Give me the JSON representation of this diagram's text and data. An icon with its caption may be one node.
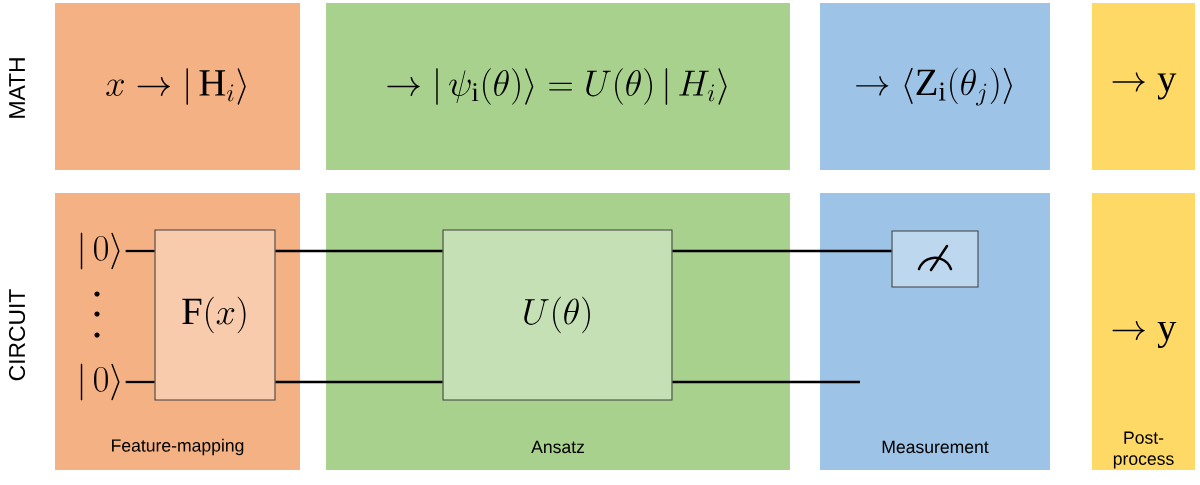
{
  "diagram": {
    "nodes": [
      {
        "text": [
          "x \\rightarrow |\\,\\mathrm{H}_{i}\\rangle"
        ]
      },
      {
        "text": [
          "\\rightarrow |\\,\\psi_{\\mathrm{i}}(\\theta)\\rangle = U(\\theta)\\,|\\,H_{i}\\rangle"
        ]
      },
      {
        "text": [
          "\\rightarrow \\langle \\mathrm{Z}_{\\mathrm{i}}(\\theta_{j})\\rangle"
        ]
      },
      {
        "text": [
          "\\rightarrow \\mathrm{y}"
        ]
      },
      {
        "text": [
          "Feature-mapping"
        ]
      },
      {
        "text": [
          "|\\,0\\rangle"
        ],
        "in": 4
      },
      {
        "text": [
          "|\\,0\\rangle"
        ],
        "in": 4
      },
      {
        "text": [
          "\\mathrm{F}(x)"
        ],
        "in": 4
      },
      {
        "text": [
          "Ansatz"
        ]
      },
      {
        "text": [
          "U(\\theta)"
        ],
        "in": 8
      },
      {
        "text": [
          "Measurement"
        ]
      },
      {
        "text": [],
        "shape": "box",
        "in": 10
      },
      {
        "text": [
          "\\rightarrow \\mathrm{y}",
          "Post- process"
        ]
      }
    ],
    "edges": [
      {
        "from": 5,
        "to": 7,
        "arrow": "none"
      },
      {
        "from": 6,
        "to": 7,
        "arrow": "none"
      },
      {
        "from": 7,
        "to": 9,
        "arrow": "none"
      },
      {
        "from": 7,
        "to": 9,
        "arrow": "none"
      },
      {
        "from": 9,
        "to": 11,
        "arrow": "none"
      },
      {
        "from": 9,
        "to": null,
        "arrow": "none"
      }
    ],
    "labels": [
      "MATH",
      "CIRCUIT"
    ]
  }
}
